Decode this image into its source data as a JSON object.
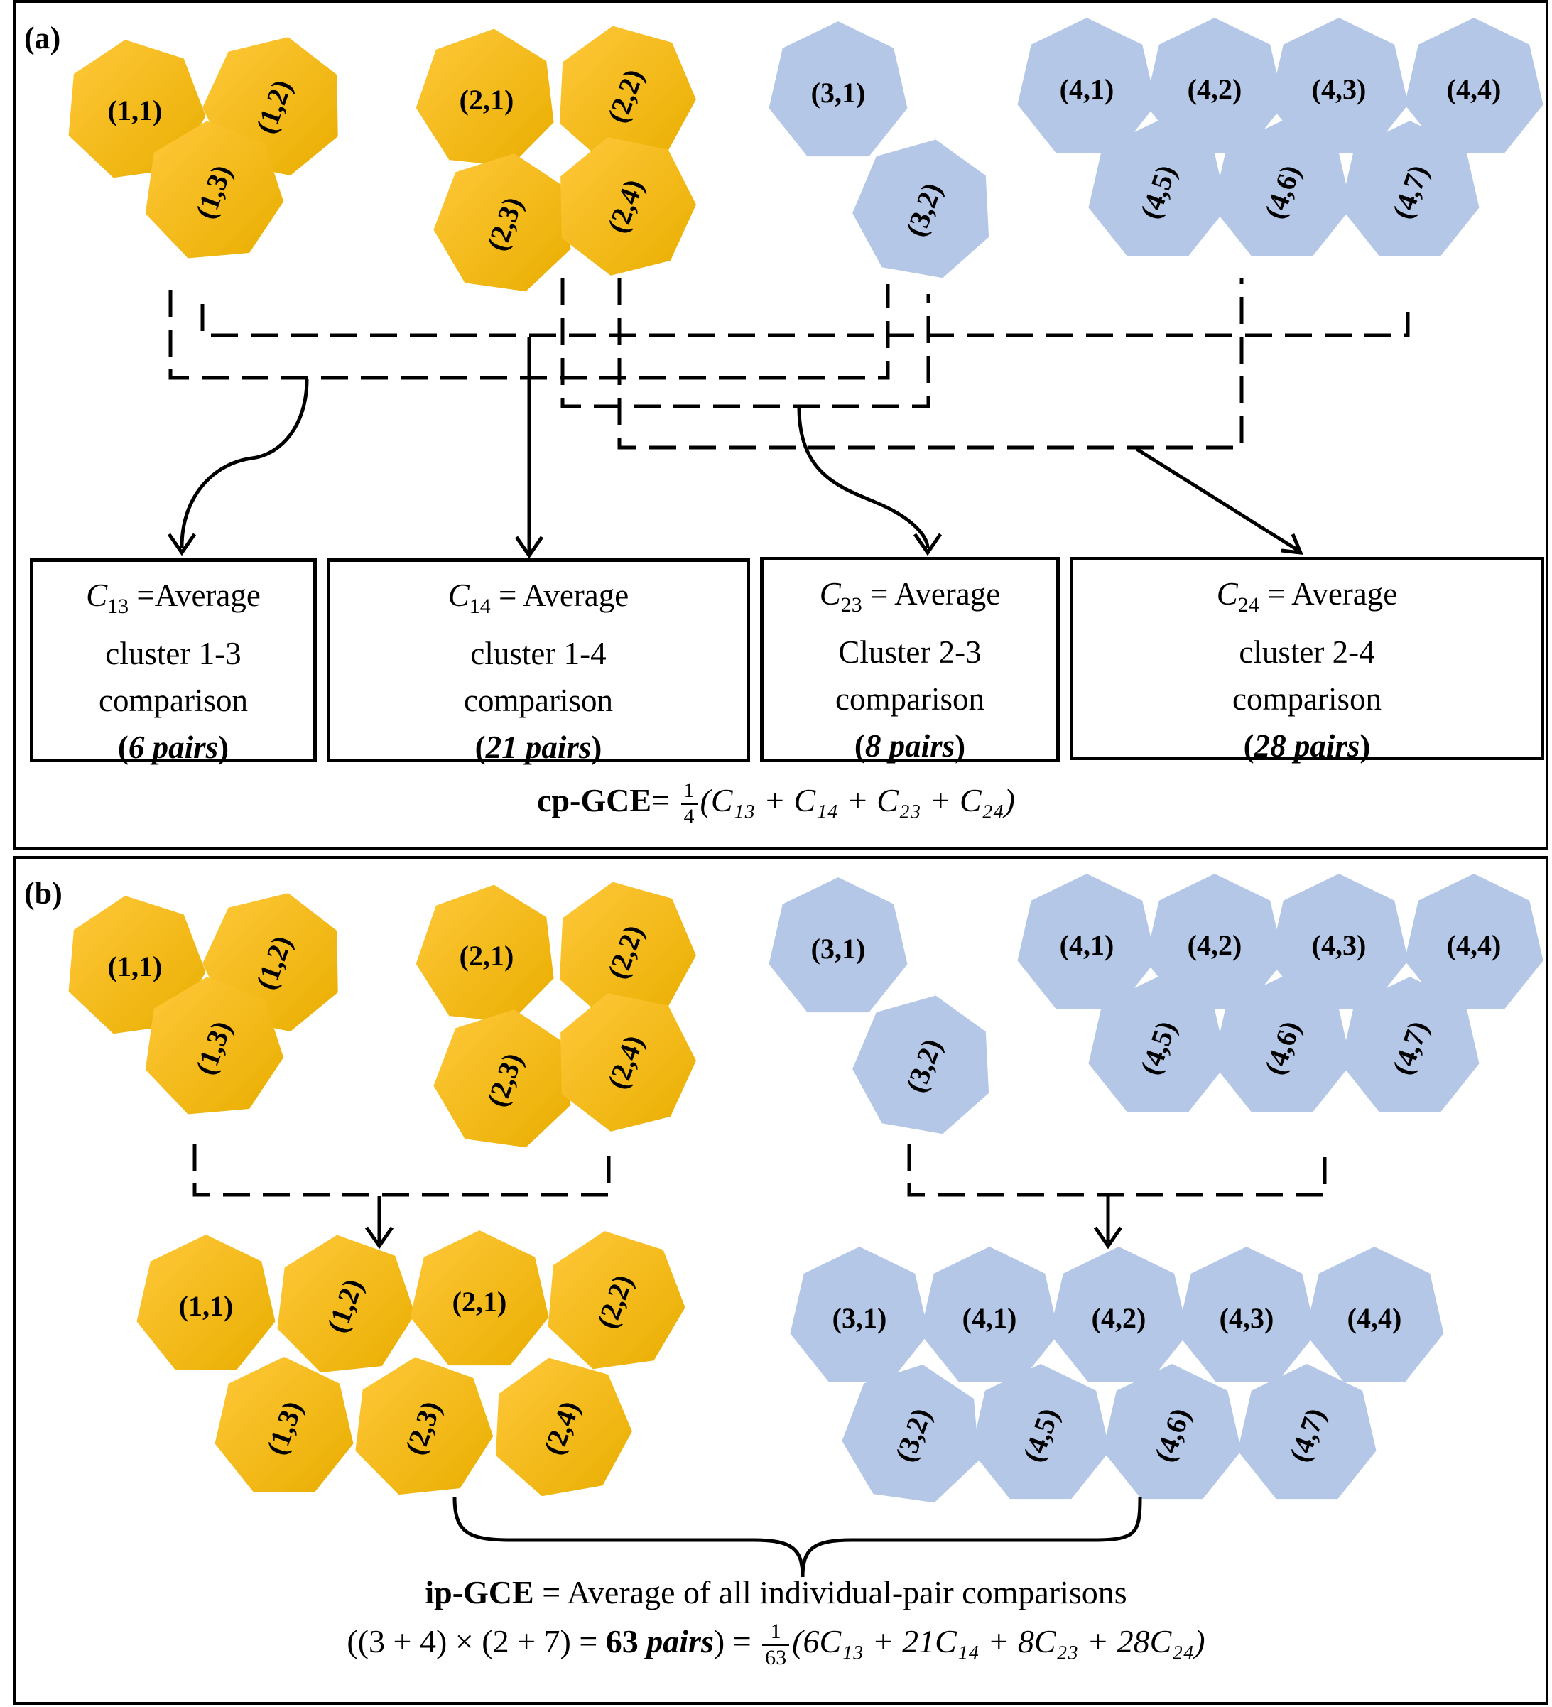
{
  "panel_a": {
    "label": "(a)",
    "boxes": [
      {
        "sym": "C",
        "sub": "13",
        "op": " =Average",
        "line2": "cluster 1-3",
        "line3": "comparison",
        "pairs_num": "6",
        "pairs_word": "pairs"
      },
      {
        "sym": "C",
        "sub": "14",
        "op": " = Average",
        "line2": "cluster 1-4",
        "line3": "comparison",
        "pairs_num": "21",
        "pairs_word": "pairs"
      },
      {
        "sym": "C",
        "sub": "23",
        "op": " = Average",
        "line2": "Cluster 2-3",
        "line3": "comparison",
        "pairs_num": "8",
        "pairs_word": "pairs"
      },
      {
        "sym": "C",
        "sub": "24",
        "op": " = Average",
        "line2": "cluster 2-4",
        "line3": "comparison",
        "pairs_num": "28",
        "pairs_word": "pairs"
      }
    ],
    "formula": {
      "name": "cp-GCE",
      "eq": "=",
      "frac_num": "1",
      "frac_den": "4",
      "expr": "(C₁₃ + C₁₄ + C₂₃ + C₂₄)"
    }
  },
  "panel_b": {
    "label": "(b)",
    "formula_line1": {
      "name": "ip-GCE",
      "rest": " = Average of all individual-pair comparisons"
    },
    "formula_line2": {
      "pre": "((3 + 4) × (2 + 7) = ",
      "count": "63",
      "pairs": " pairs",
      "post": ") = ",
      "frac_num": "1",
      "frac_den": "63",
      "expr": "(6C₁₃ + 21C₁₄ + 8C₂₃ + 28C₂₄)"
    }
  },
  "nodes_a": [
    {
      "t": "(1,1)",
      "g": "o",
      "r": false
    },
    {
      "t": "(1,2)",
      "g": "o",
      "r": true
    },
    {
      "t": "(1,3)",
      "g": "o",
      "r": true
    },
    {
      "t": "(2,1)",
      "g": "o",
      "r": false
    },
    {
      "t": "(2,2)",
      "g": "o",
      "r": true
    },
    {
      "t": "(2,3)",
      "g": "o",
      "r": true
    },
    {
      "t": "(2,4)",
      "g": "o",
      "r": true
    },
    {
      "t": "(3,1)",
      "g": "b",
      "r": false
    },
    {
      "t": "(3,2)",
      "g": "b",
      "r": true
    },
    {
      "t": "(4,1)",
      "g": "b",
      "r": false
    },
    {
      "t": "(4,2)",
      "g": "b",
      "r": false
    },
    {
      "t": "(4,3)",
      "g": "b",
      "r": false
    },
    {
      "t": "(4,4)",
      "g": "b",
      "r": false
    },
    {
      "t": "(4,5)",
      "g": "b",
      "r": true
    },
    {
      "t": "(4,6)",
      "g": "b",
      "r": true
    },
    {
      "t": "(4,7)",
      "g": "b",
      "r": true
    }
  ],
  "nodes_b_top": [
    {
      "t": "(1,1)",
      "g": "o",
      "r": false
    },
    {
      "t": "(1,2)",
      "g": "o",
      "r": true
    },
    {
      "t": "(1,3)",
      "g": "o",
      "r": true
    },
    {
      "t": "(2,1)",
      "g": "o",
      "r": false
    },
    {
      "t": "(2,2)",
      "g": "o",
      "r": true
    },
    {
      "t": "(2,3)",
      "g": "o",
      "r": true
    },
    {
      "t": "(2,4)",
      "g": "o",
      "r": true
    },
    {
      "t": "(3,1)",
      "g": "b",
      "r": false
    },
    {
      "t": "(3,2)",
      "g": "b",
      "r": true
    },
    {
      "t": "(4,1)",
      "g": "b",
      "r": false
    },
    {
      "t": "(4,2)",
      "g": "b",
      "r": false
    },
    {
      "t": "(4,3)",
      "g": "b",
      "r": false
    },
    {
      "t": "(4,4)",
      "g": "b",
      "r": false
    },
    {
      "t": "(4,5)",
      "g": "b",
      "r": true
    },
    {
      "t": "(4,6)",
      "g": "b",
      "r": true
    },
    {
      "t": "(4,7)",
      "g": "b",
      "r": true
    }
  ],
  "nodes_b_bottom": [
    {
      "t": "(1,1)",
      "g": "o",
      "r": false
    },
    {
      "t": "(1,2)",
      "g": "o",
      "r": true
    },
    {
      "t": "(2,1)",
      "g": "o",
      "r": false
    },
    {
      "t": "(2,2)",
      "g": "o",
      "r": true
    },
    {
      "t": "(1,3)",
      "g": "o",
      "r": true
    },
    {
      "t": "(2,3)",
      "g": "o",
      "r": true
    },
    {
      "t": "(2,4)",
      "g": "o",
      "r": true
    },
    {
      "t": "(3,1)",
      "g": "b",
      "r": false
    },
    {
      "t": "(4,1)",
      "g": "b",
      "r": false
    },
    {
      "t": "(4,2)",
      "g": "b",
      "r": false
    },
    {
      "t": "(4,3)",
      "g": "b",
      "r": false
    },
    {
      "t": "(4,4)",
      "g": "b",
      "r": false
    },
    {
      "t": "(3,2)",
      "g": "b",
      "r": true
    },
    {
      "t": "(4,5)",
      "g": "b",
      "r": true
    },
    {
      "t": "(4,6)",
      "g": "b",
      "r": true
    },
    {
      "t": "(4,7)",
      "g": "b",
      "r": true
    }
  ],
  "colors": {
    "orange": "#F7BE12",
    "orange_dark": "#E8AC00",
    "blue": "#B4C7E7",
    "line": "#000000"
  }
}
